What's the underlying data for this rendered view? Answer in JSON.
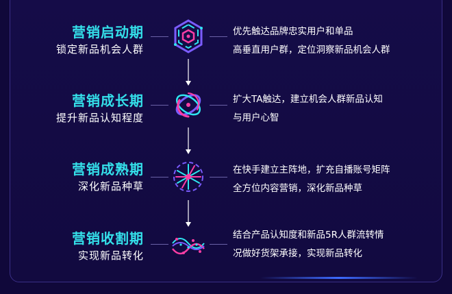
{
  "stages": [
    {
      "title": "营销启动期",
      "subtitle": "锁定新品机会人群",
      "icon": "hexagon-network-icon",
      "desc_lines": [
        "优先触达品牌忠实用户和单品",
        "高垂直用户群，定位洞察新品机会人群"
      ]
    },
    {
      "title": "营销成长期",
      "subtitle": "提升新品认知程度",
      "icon": "orbit-rings-icon",
      "desc_lines": [
        "扩大TA触达，建立机会人群新品认知",
        "与用户心智"
      ]
    },
    {
      "title": "营销成熟期",
      "subtitle": "深化新品种草",
      "icon": "radial-burst-icon",
      "desc_lines": [
        "在快手建立主阵地，扩充自播账号矩阵",
        "全方位内容营销，深化新品种草"
      ]
    },
    {
      "title": "营销收割期",
      "subtitle": "实现新品转化",
      "icon": "wave-mesh-icon",
      "desc_lines": [
        "结合产品认知度和新品5R人群流转情",
        "况做好货架承接，实现新品转化"
      ]
    }
  ],
  "colors": {
    "background": "#10083a",
    "title": "#34e0ea",
    "accent_pink": "#ff3ea5",
    "accent_cyan": "#2ee6f0",
    "accent_purple": "#7b5cff",
    "connector": "#6b62a8"
  }
}
